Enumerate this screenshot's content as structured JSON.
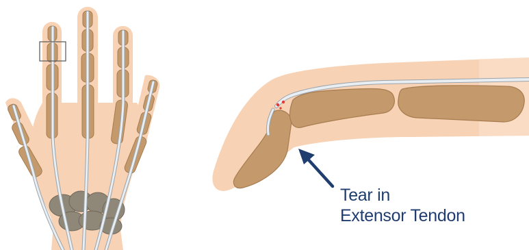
{
  "annotation": {
    "line1": "Tear in",
    "line2": "Extensor Tendon"
  },
  "colors": {
    "skin": "#f8d2b4",
    "skin_light": "#fbe3cf",
    "bone": "#c49a6c",
    "bone_dark": "#a67c50",
    "carpal": "#8f8777",
    "tendon": "#e8eef2",
    "tendon_outline": "#9aa3ab",
    "arrow": "#1f3d6e",
    "tear": "#e53935",
    "highlight_box": "#555555"
  },
  "icons": {
    "hand": "hand-illustration",
    "finger": "finger-side-illustration",
    "arrow": "arrow-icon"
  }
}
